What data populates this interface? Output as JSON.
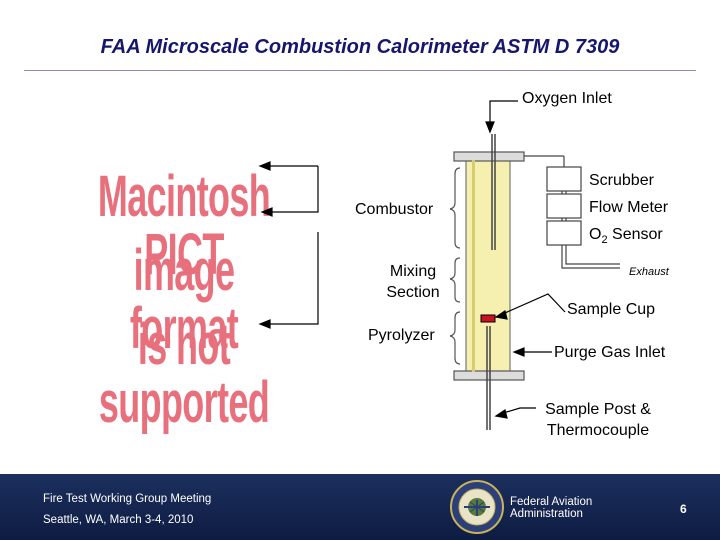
{
  "slide": {
    "title": "FAA Microscale Combustion Calorimeter ASTM D 7309"
  },
  "placeholder_image": {
    "lines": [
      "Macintosh PICT",
      "image format",
      "is not supported"
    ]
  },
  "diagram": {
    "labels": {
      "oxygen_inlet": "Oxygen Inlet",
      "combustor": "Combustor",
      "mixing_section_line1": "Mixing",
      "mixing_section_line2": "Section",
      "pyrolyzer": "Pyrolyzer",
      "scrubber": "Scrubber",
      "flow_meter": "Flow Meter",
      "o2_sensor_prefix": "O",
      "o2_sensor_sub": "2",
      "o2_sensor_suffix": " Sensor",
      "exhaust": "Exhaust",
      "sample_cup": "Sample Cup",
      "purge_gas_inlet": "Purge Gas Inlet",
      "sample_post_line1": "Sample Post &",
      "sample_post_line2": "Thermocouple"
    },
    "colors": {
      "tube_fill": "#f6f0b0",
      "sample_cup": "#cc1122",
      "brace": "#555555"
    }
  },
  "footer": {
    "meeting": "Fire Test Working Group Meeting",
    "location_date": "Seattle, WA, March 3-4, 2010",
    "agency_line1": "Federal Aviation",
    "agency_line2": "Administration",
    "page_number": "6",
    "seal_icon": "faa-seal-icon"
  }
}
